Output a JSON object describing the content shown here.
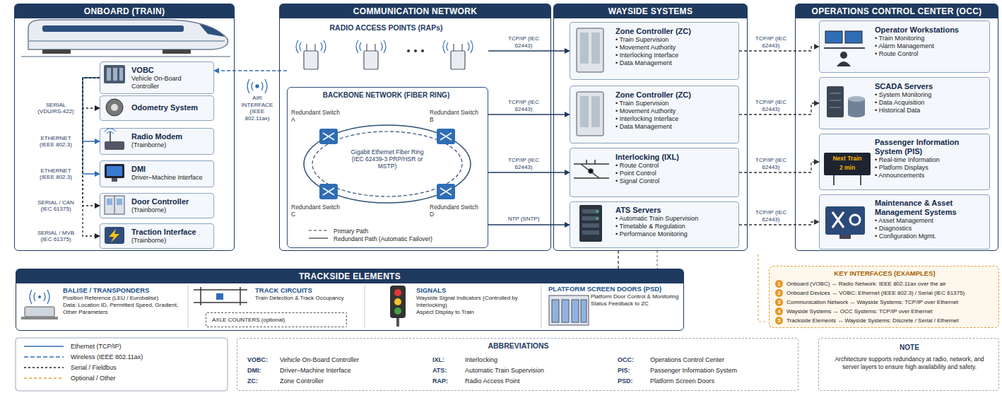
{
  "diagram": {
    "nodes": [
      {
        "text": [
          "ONBOARD (TRAIN)"
        ]
      },
      {
        "text": [
          "VOBC",
          "Vehicle On-Board Controller"
        ],
        "in": 0
      },
      {
        "text": [
          "Odometry System"
        ],
        "in": 0
      },
      {
        "text": [
          "Radio Modem",
          "(Trainborne)"
        ],
        "in": 0
      },
      {
        "text": [
          "DMI",
          "Driver–Machine Interface"
        ],
        "in": 0
      },
      {
        "text": [
          "Door Controller",
          "(Trainborne)"
        ],
        "in": 0
      },
      {
        "text": [
          "Traction Interface",
          "(Trainborne)"
        ],
        "in": 0
      },
      {
        "text": [
          "COMMUNICATION NETWORK"
        ]
      },
      {
        "text": [
          "RADIO ACCESS POINTS (RAPs)"
        ],
        "in": 7
      },
      {
        "text": [
          "BACKBONE NETWORK (FIBER RING)"
        ],
        "in": 7
      },
      {
        "text": [
          "Redundant Switch A"
        ],
        "in": 9
      },
      {
        "text": [
          "Redundant Switch B"
        ],
        "in": 9
      },
      {
        "text": [
          "Redundant Switch C"
        ],
        "in": 9
      },
      {
        "text": [
          "Redundant Switch D"
        ],
        "in": 9
      },
      {
        "text": [
          "Primary Path",
          "Redundant Path (Automatic Failover)"
        ],
        "in": 9
      },
      {
        "text": [
          "WAYSIDE SYSTEMS"
        ]
      },
      {
        "text": [
          "Zone Controller (ZC)",
          "• Train Supervision",
          "• Movement Authority",
          "• Interlocking Interface",
          "• Data Management"
        ],
        "in": 15
      },
      {
        "text": [
          "Zone Controller (ZC)",
          "• Train Supervision",
          "• Movement Authority",
          "• Interlocking Interface",
          "• Data Management"
        ],
        "in": 15
      },
      {
        "text": [
          "Interlocking (IXL)",
          "• Route Control",
          "• Point Control",
          "• Signal Control"
        ],
        "in": 15
      },
      {
        "text": [
          "ATS Servers",
          "• Automatic Train Supervision",
          "• Timetable & Regulation",
          "• Performance Monitoring"
        ],
        "in": 15
      },
      {
        "text": [
          "OPERATIONS CONTROL CENTER (OCC)"
        ]
      },
      {
        "text": [
          "Operator Workstations",
          "• Train Monitoring",
          "• Alarm Management",
          "• Route Control"
        ],
        "in": 20
      },
      {
        "text": [
          "SCADA Servers",
          "• System Monitoring",
          "• Data Acquisition",
          "• Historical Data"
        ],
        "in": 20
      },
      {
        "text": [
          "Passenger Information System (PIS)",
          "• Real-time Information",
          "• Platform Displays",
          "• Announcements"
        ],
        "in": 20
      },
      {
        "text": [
          "Maintenance & Asset Management Systems",
          "• Asset Management",
          "• Diagnostics",
          "• Configuration Mgmt."
        ],
        "in": 20
      },
      {
        "text": [
          "TRACKSIDE ELEMENTS"
        ]
      },
      {
        "text": [
          "BALISE / TRANSPONDERS",
          "Position Reference (LEU / Eurobalise)",
          "Data: Location ID, Permitted Speed, Gradient, Other Parameters"
        ],
        "in": 25
      },
      {
        "text": [
          "TRACK CIRCUITS",
          "Train Detection & Track Occupancy"
        ],
        "in": 25
      },
      {
        "text": [
          "AXLE COUNTERS (optional)"
        ],
        "in": 25
      },
      {
        "text": [
          "SIGNALS",
          "Wayside Signal Indicators (Controlled by Interlocking)",
          "Aspect Display to Train"
        ],
        "in": 25
      },
      {
        "text": [
          "PLATFORM SCREEN DOORS (PSD)",
          "Platform Door Control & Monitoring",
          "Status Feedback to ZC"
        ],
        "in": 25
      },
      {
        "text": [
          "KEY INTERFACES (EXAMPLES)",
          "1",
          "Onboard (VOBC) ↔ Radio Network: IEEE 802.11ax over the air",
          "2",
          "Onboard Devices ↔ VOBC: Ethernet (IEEE 802.3) / Serial (IEC 61375)",
          "3",
          "Communication Network ↔ Wayside Systems: TCP/IP over Ethernet",
          "4",
          "Wayside Systems ↔ OCC Systems: TCP/IP over Ethernet",
          "5",
          "Trackside Elements ↔ Wayside Systems: Discrete / Serial / Ethernet"
        ]
      },
      {
        "text": [
          "ABBREVIATIONS",
          "VOBC:",
          "Vehicle On-Board Controller",
          "DMI:",
          "Driver–Machine Interface",
          "ZC:",
          "Zone Controller",
          "IXL:",
          "Interlocking",
          "ATS:",
          "Automatic Train Supervision",
          "RAP:",
          "Radio Access Point",
          "OCC:",
          "Operations Control Center",
          "PIS:",
          "Passenger Information System",
          "PSD:",
          "Platform Screen Doors"
        ]
      },
      {
        "text": [
          "NOTE",
          "Architecture supports redundancy at radio, network, and server layers to ensure high availability and safety."
        ]
      }
    ],
    "edges": [
      {
        "from": 1,
        "to": 2,
        "label": "SERIAL (VDU/RS-422)",
        "arrow": "to"
      },
      {
        "from": 1,
        "to": 3,
        "label": "ETHERNET (IEEE 802.3)",
        "arrow": "to"
      },
      {
        "from": 1,
        "to": 4,
        "label": "ETHERNET (IEEE 802.3)",
        "arrow": "to"
      },
      {
        "from": 1,
        "to": 5,
        "label": "SERIAL / CAN (IEC 61375)",
        "arrow": "to"
      },
      {
        "from": 1,
        "to": 6,
        "label": "SERIAL / MVB (IEC 61375)",
        "arrow": "to"
      },
      {
        "from": 8,
        "to": 1,
        "label": "AIR INTERFACE (IEEE 802.11ax)",
        "arrow": "to"
      },
      {
        "from": 8,
        "to": 16,
        "label": "TCP/IP (IEC 62443)",
        "arrow": "to"
      },
      {
        "from": 9,
        "to": 17,
        "label": "TCP/IP (IEC 62443)",
        "arrow": "to"
      },
      {
        "from": 9,
        "to": 18,
        "label": "TCP/IP (IEC 62443)",
        "arrow": "to"
      },
      {
        "from": 9,
        "to": 19,
        "label": "NTP (SNTP)",
        "arrow": "to"
      },
      {
        "from": 16,
        "to": 21,
        "label": "TCP/IP (IEC 62443)",
        "arrow": "to"
      },
      {
        "from": 17,
        "to": 22,
        "label": "TCP/IP (IEC 62443)",
        "arrow": "to"
      },
      {
        "from": 18,
        "to": 23,
        "label": "TCP/IP (IEC 62443)",
        "arrow": "to"
      },
      {
        "from": 19,
        "to": 24,
        "label": "TCP/IP (IEC 62443)",
        "arrow": "to"
      },
      {
        "from": 15,
        "to": 25,
        "arrow": "none"
      }
    ],
    "labels": [
      "Gigabit Ethernet Fiber Ring (IEC 62439-3 PRP/HSR or MSTP)",
      "Next Train",
      "2 min"
    ],
    "legend": [
      {
        "text": "Ethernet (TCP/IP)"
      },
      {
        "text": "Wireless (IEEE 802.11ax)"
      },
      {
        "text": "Serial / Fieldbus"
      },
      {
        "text": "Optional / Other"
      }
    ]
  }
}
